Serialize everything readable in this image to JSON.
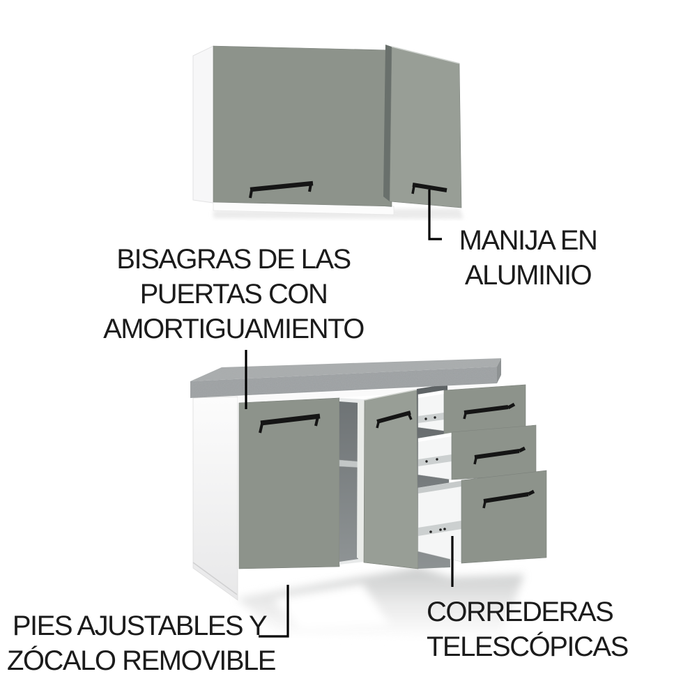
{
  "callouts": {
    "bisagras": {
      "lines": [
        "BISAGRAS DE LAS",
        "PUERTAS CON",
        "AMORTIGUAMIENTO"
      ]
    },
    "manija": {
      "lines": [
        "MANIJA EN",
        "ALUMINIO"
      ]
    },
    "pies": {
      "lines": [
        "PIES AJUSTABLES Y",
        "ZÓCALO REMOVIBLE"
      ]
    },
    "correderas": {
      "lines": [
        "CORREDERAS",
        "TELESCÓPICAS"
      ]
    }
  },
  "palette": {
    "background": "#ffffff",
    "door_green": "#8d938b",
    "door_green_light": "#989e96",
    "door_edge_dark": "#69706c",
    "carcass_white": "#f7f7f8",
    "countertop_gray": "#a7abac",
    "countertop_front_gray": "#9a9ea0",
    "interior_dark": "#6e7375",
    "handle_black": "#151515",
    "callout_line_black": "#000000",
    "text_black": "#1b1b1b"
  }
}
